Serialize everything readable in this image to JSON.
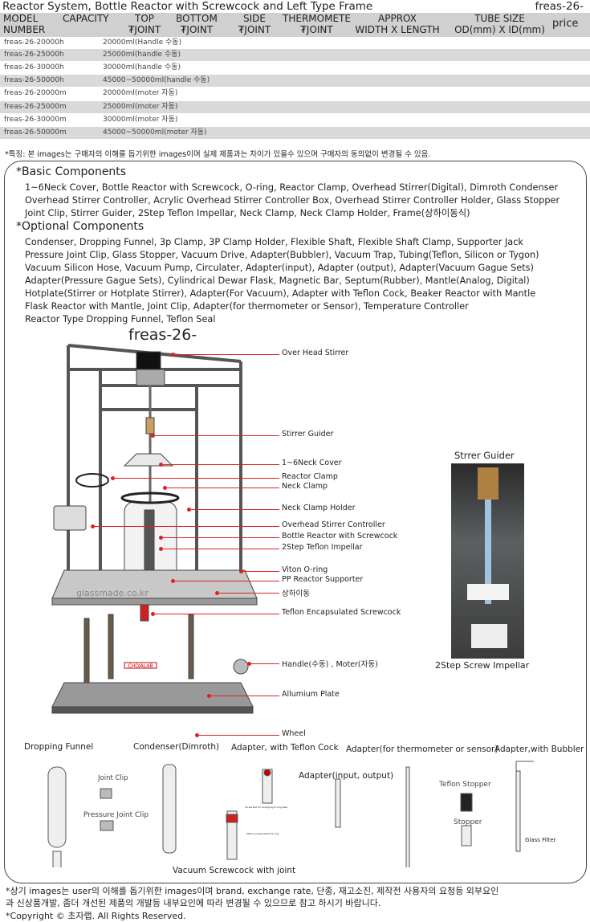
{
  "header": {
    "title": "Reactor System, Bottle Reactor with Screwcock and Left Type Frame",
    "code": "freas-26-"
  },
  "table": {
    "columns": [
      [
        "MODEL",
        "NUMBER"
      ],
      [
        "CAPACITY",
        ""
      ],
      [
        "TOP",
        "₮JOINT"
      ],
      [
        "BOTTOM",
        "₮JOINT"
      ],
      [
        "SIDE",
        "₮JOINT"
      ],
      [
        "THERMOMETE",
        "₮JOINT"
      ],
      [
        "APPROX",
        "WIDTH X LENGTH"
      ],
      [
        "TUBE SIZE",
        "OD(mm) X ID(mm)"
      ],
      [
        "price",
        ""
      ]
    ],
    "rows": [
      {
        "model": "freas-26-20000h",
        "capacity": "20000ml(Handle 수동)"
      },
      {
        "model": "freas-26-25000h",
        "capacity": "25000ml(handle 수동)"
      },
      {
        "model": "freas-26-30000h",
        "capacity": "30000ml(handle 수동)"
      },
      {
        "model": "freas-26-50000h",
        "capacity": "45000~50000ml(handle 수동)"
      },
      {
        "model": "freas-26-20000m",
        "capacity": "20000ml(moter 자동)"
      },
      {
        "model": "freas-26-25000m",
        "capacity": "25000ml(moter 자동)"
      },
      {
        "model": "freas-26-30000m",
        "capacity": "30000ml(moter 자동)"
      },
      {
        "model": "freas-26-50000m",
        "capacity": "45000~50000ml(moter 자동)"
      }
    ]
  },
  "note": "*특징: 본 images는 구매자의 이해를 돕기위한 images이며 실제 제품과는 차이가 있을수 있으며 구매자의 동의없이 변경될 수 있음.",
  "basic": {
    "heading": "*Basic Components",
    "lines": [
      "1~6Neck Cover, Bottle Reactor with Screwcock, O-ring, Reactor Clamp, Overhead Stirrer(Digital), Dimroth Condenser",
      "Overhead Stirrer Controller, Acrylic Overhead Stirrer Controller Box, Overhead Stirrer Controller Holder, Glass Stopper",
      "Joint Clip, Stirrer Guider, 2Step Teflon Impellar, Neck Clamp, Neck Clamp Holder, Frame(상하이동식)"
    ]
  },
  "optional": {
    "heading": "*Optional Components",
    "lines": [
      "Condenser, Dropping Funnel, 3p Clamp, 3P Clamp Holder, Flexible Shaft, Flexible Shaft Clamp, Supporter Jack",
      "Pressure Joint Clip, Glass Stopper, Vacuum Drive, Adapter(Bubbler), Vacuum Trap, Tubing(Teflon, Silicon or Tygon)",
      "Vacuum Silicon Hose, Vacuum Pump, Circulater, Adapter(input), Adapter (output), Adapter(Vacuum Gague Sets)",
      "Adapter(Pressure Gague Sets), Cylindrical Dewar Flask, Magnetic Bar, Septum(Rubber), Mantle(Analog, Digital)",
      "Hotplate(Stirrer or Hotplate Stirrer), Adapter(For Vacuum), Adapter with Teflon Cock, Beaker Reactor with Mantle",
      "Flask Reactor with Mantle, Joint Clip, Adapter(for thermometer or Sensor), Temperature Controller",
      "Reactor Type Dropping Funnel, Teflon Seal"
    ]
  },
  "diagram": {
    "title": "freas-26-",
    "watermark": "glassmade.co.kr",
    "brand": "CHOJALAB",
    "callouts": [
      "Over Head Stirrer",
      "Stirrer Guider",
      "1~6Neck Cover",
      "Reactor Clamp",
      "Neck Clamp",
      "Neck Clamp Holder",
      "Overhead Stirrer Controller",
      "Bottle Reactor with Screwcock",
      "2Step Teflon Impellar",
      "Viton O-ring",
      "PP Reactor Supporter",
      "상하이동",
      "Teflon Encapsulated Screwcock",
      "Handle(수동) , Moter(자동)",
      "Allumium Plate",
      "Wheel"
    ]
  },
  "photo": {
    "title": "Strrer Guider",
    "caption": "2Step Screw Impellar"
  },
  "accessories": {
    "dropping_funnel": "Dropping Funnel",
    "condenser": "Condenser(Dimroth)",
    "adapter_cock": "Adapter, with Teflon Cock",
    "adapter_thermo": "Adapter(for thermometer or sensor)",
    "adapter_bubbler": "Adapter,with Bubbler",
    "joint_clip": "Joint Clip",
    "pressure_clip": "Pressure Joint Clip",
    "adapter_io": "Adapter(input, output)",
    "teflon_stopper": "Teflon Stopper",
    "stopper": "Stopper",
    "glass_filter": "Glass Filter",
    "screw_nut": "Screw Nut for enlarging O-ring Seal",
    "teflon_oring": "Teflon encapsulated O-ring",
    "vacuum_screwcock": "Vacuum Screwcock with joint"
  },
  "footer": {
    "line1": "*상기 images는 user의 이해를 돕기위한 images이며 brand, exchange rate, 단종, 재고소진, 제작전 사용자의 요청등 외부요인",
    "line2": "과 신상품개발, 좀더 개선된 제품의 개발등 내부요인에 따라 변경될 수 있으므로 참고 하시기 바랍니다.",
    "copyright": "*Copyright © 초자랩.    All Rights Reserved."
  }
}
